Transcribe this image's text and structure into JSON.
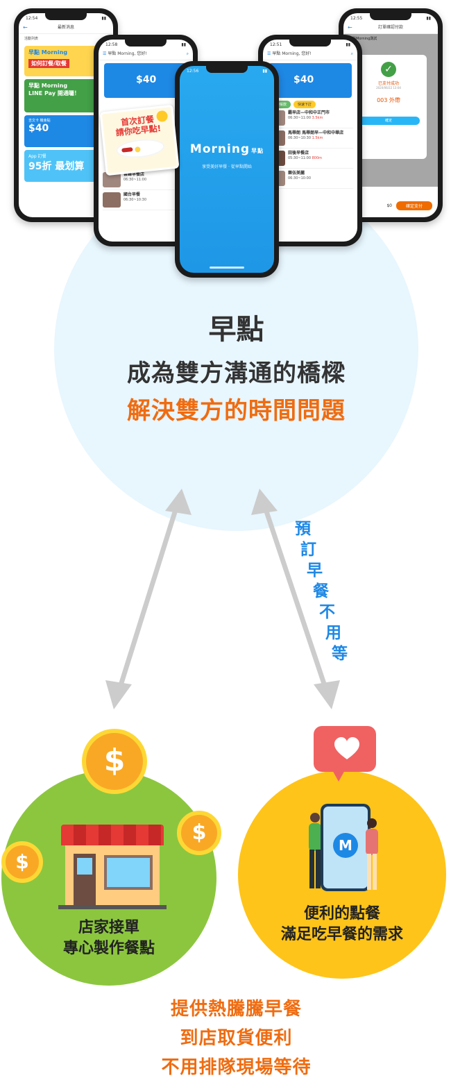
{
  "phones": {
    "news": {
      "time": "12:54",
      "title": "最新消息",
      "section": "活動列表",
      "banners": [
        {
          "brand": "早點 Morning",
          "line": "如何訂餐/取餐"
        },
        {
          "brand": "早點 Morning",
          "line": "LINE Pay 開通囉！"
        },
        {
          "brand": "吉文卡 機會點",
          "line": "$40"
        },
        {
          "brand": "App 訂餐",
          "line": "95折 最划算"
        }
      ]
    },
    "home_left": {
      "time": "12:58",
      "greeting": "早點 Morning, 您好!",
      "banner_price": "$40",
      "promo": {
        "line1": "首次訂餐",
        "line2": "請你吃早點!"
      },
      "shops": [
        {
          "name": "雲峰早餐店",
          "hours": "06:30~11:00"
        },
        {
          "name": "國台早餐",
          "hours": "06:30~10:30"
        }
      ]
    },
    "splash": {
      "time": "12:56",
      "logo": "Morning",
      "logo_cn": "早點",
      "slogan": "享受美好早餐 · 從早點開始"
    },
    "home_right": {
      "time": "12:51",
      "greeting": "早點 Morning, 您好!",
      "banner_price": "$40",
      "pill_left": "連鎖餐飲",
      "pill_right": "快速下訂",
      "shops": [
        {
          "name": "霸早店—中和中正門市",
          "hours": "06:30~11:00",
          "dist": "3.5km"
        },
        {
          "name": "馬蒂朗 馬蒂朗早—中和中華店",
          "hours": "06:30~10:30",
          "dist": "1.5km"
        },
        {
          "name": "田後早餐店",
          "hours": "05:30~11:00",
          "dist": "800m"
        },
        {
          "name": "樂伍美麗",
          "hours": "06:30~10:00",
          "dist": ""
        }
      ]
    },
    "order": {
      "time": "12:55",
      "title": "訂單確認付款",
      "shop": "早點Morning測試",
      "success": "已支付成功",
      "date": "2020/06/22 13:04",
      "number": "003 外帶",
      "confirm": "確定",
      "total": "$0",
      "pay": "確定支付"
    }
  },
  "headline": {
    "title": "早點",
    "subtitle": "成為雙方溝通的橋樑",
    "highlight": "解決雙方的時間問題"
  },
  "arrow_label": [
    "預",
    "訂",
    "早",
    "餐",
    "不",
    "用",
    "等"
  ],
  "shop_circle": {
    "line1": "店家接單",
    "line2": "專心製作餐點",
    "coin_symbol": "$"
  },
  "user_circle": {
    "line1": "便利的點餐",
    "line2": "滿足吃早餐的需求",
    "app_letter": "M"
  },
  "footer": [
    "提供熱騰騰早餐",
    "到店取貨便利",
    "不用排隊現場等待"
  ],
  "colors": {
    "accent_orange": "#ef6c11",
    "accent_blue": "#1e88e5",
    "hub": "#e8f6fe",
    "green": "#8cc63f",
    "yellow": "#ffc419",
    "heart": "#f06262"
  }
}
